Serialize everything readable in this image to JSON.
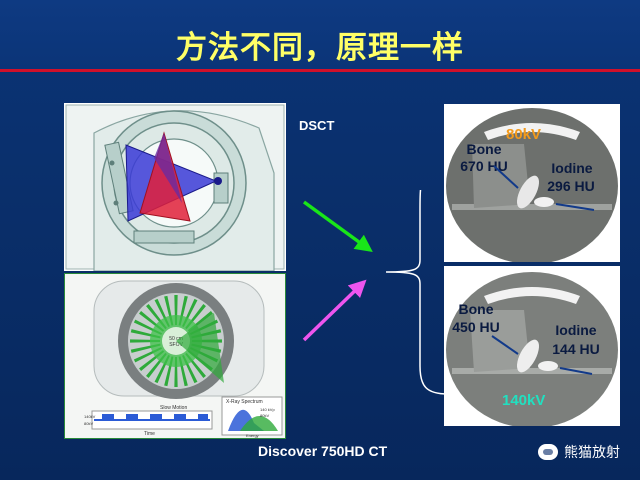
{
  "slide": {
    "title": "方法不同，原理一样"
  },
  "left_panels": {
    "dsct_label": "DSCT",
    "discovery_label": "Discover 750HD CT",
    "discovery_inset_text": {
      "center_top": "50 cm",
      "center_bottom": "SFOV",
      "slow_motion": "Slow Motion",
      "spectrum_title": "X-Ray Spectrum",
      "time_axis": "Time",
      "energy_axis": "Energy",
      "kvp_top": "140 kVp",
      "kvp_bottom": "80kV",
      "left_top": "140kV",
      "left_bottom": "80kV"
    }
  },
  "ct_images": [
    {
      "kv": "80kV",
      "kv_color": "#f39a1c",
      "bone_label": "Bone",
      "bone_value": "670 HU",
      "iodine_label": "Iodine",
      "iodine_value": "296 HU"
    },
    {
      "kv": "140kV",
      "kv_color": "#21e0c0",
      "bone_label": "Bone",
      "bone_value": "450 HU",
      "iodine_label": "Iodine",
      "iodine_value": "144 HU"
    }
  ],
  "arrows": {
    "top_color": "#19e619",
    "bottom_color": "#ee55ee"
  },
  "watermark": {
    "text": "熊猫放射",
    "icon": "wechat-icon"
  }
}
